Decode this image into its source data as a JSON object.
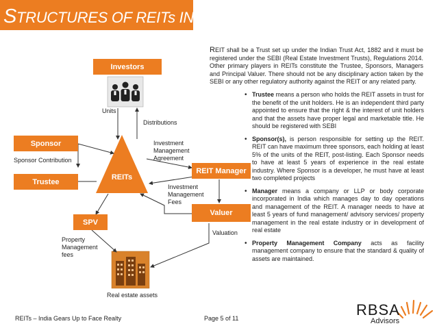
{
  "slide": {
    "title_first_letter": "S",
    "title_rest": "TRUCTURES OF REITs IN INDIA"
  },
  "diagram": {
    "investors": "Investors",
    "sponsor": "Sponsor",
    "trustee": "Trustee",
    "reits": "REITs",
    "reit_manager": "REIT Manager",
    "valuer": "Valuer",
    "spv": "SPV",
    "units": "Units",
    "distributions": "Distributions",
    "sponsor_contribution": "Sponsor Contribution",
    "investment_management_agreement": [
      "Investment",
      "Management",
      "Agreement"
    ],
    "investment_management_fees": [
      "Investment",
      "Management",
      "Fees"
    ],
    "valuation": "Valuation",
    "property_management_fees": [
      "Property",
      "Management",
      "fees"
    ],
    "real_estate_assets": "Real estate assets"
  },
  "intro": {
    "first_letter": "R",
    "text": "EIT shall be a Trust set up under the Indian Trust Act, 1882 and it must be registered under the SEBI (Real Estate Investment Trusts), Regulations 2014. Other primary players in REITs constitute the Trustee, Sponsors, Managers and Principal Valuer. There should not be any disciplinary action taken by the SEBI or any other regulatory authority against the REIT or any related party."
  },
  "bullets": [
    {
      "term": "Trustee",
      "text": " means a person who holds the REIT assets in trust for the benefit of the unit holders. He is an independent third party appointed to ensure that the right & the interest of unit holders and that the assets have proper legal and marketable title. He should be registered with SEBI"
    },
    {
      "term": "Sponsor(s),",
      "text": " is person responsible for setting up the REIT. REIT can have maximum three sponsors, each holding at least 5% of the units of the REIT, post-listing. Each Sponsor needs to have at least 5 years of experience in the real estate industry. Where Sponsor is a developer, he must have at least two completed projects"
    },
    {
      "term": "Manager",
      "text": " means a company or LLP or body corporate incorporated in India which manages day to day operations and management of the REIT. A manager needs to have at least 5 years of fund management/ advisory services/ property management in the real estate industry or in development of real estate"
    },
    {
      "term": "Property Management Company",
      "text": " acts as facility management company to ensure that the standard & quality of assets are maintained."
    }
  ],
  "footer": {
    "left": "REITs – India Gears Up to Face Realty",
    "page": "Page 5 of 11"
  },
  "logo": {
    "name": "RBSA",
    "sub": "Advisors"
  },
  "colors": {
    "accent": "#ec7d21",
    "text": "#222222"
  }
}
